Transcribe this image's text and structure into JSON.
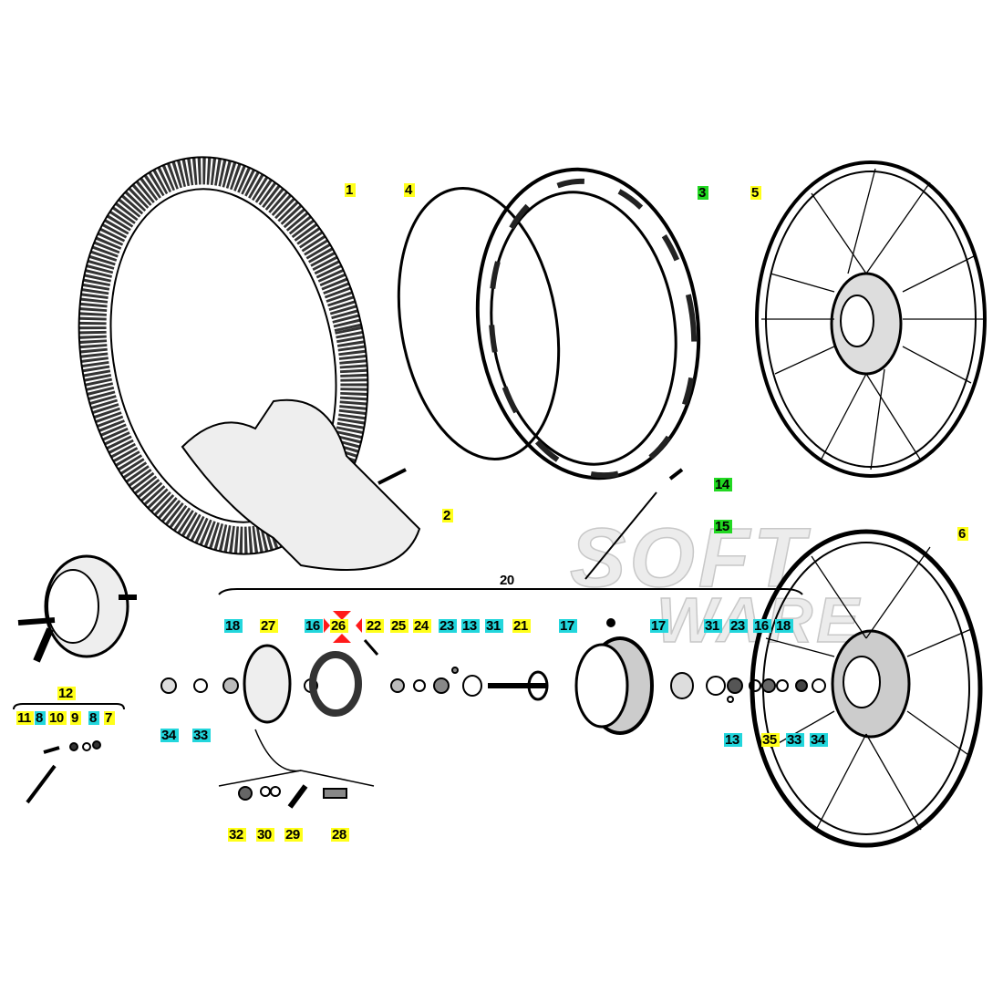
{
  "watermark": {
    "line1": "SOFT",
    "line2": "WARE"
  },
  "colors": {
    "yellow": "#ffff1a",
    "cyan": "#22d6dc",
    "green": "#22d822",
    "red": "#ff1a1a"
  },
  "labels": [
    "1",
    "2",
    "3",
    "4",
    "5",
    "6",
    "14",
    "15",
    "20",
    "12",
    "11",
    "8",
    "10",
    "9",
    "8",
    "7",
    "18",
    "27",
    "16",
    "26",
    "22",
    "25",
    "24",
    "23",
    "13",
    "31",
    "21",
    "17",
    "17",
    "31",
    "23",
    "16",
    "18",
    "34",
    "33",
    "13",
    "35",
    "33",
    "34",
    "32",
    "30",
    "29",
    "28"
  ]
}
